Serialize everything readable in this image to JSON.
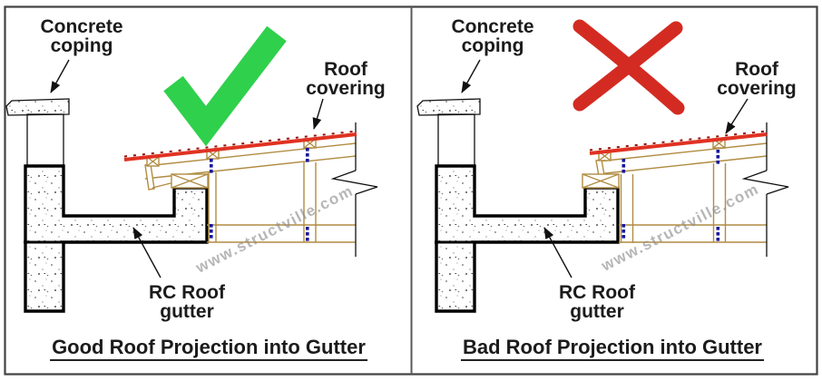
{
  "colors": {
    "check_green": "#2fd04c",
    "cross_red": "#d32b22",
    "roof_red": "#e03222",
    "roof_dark": "#8e1508",
    "timber": "#b08c42",
    "bolt_blue": "#16169b",
    "watermark_gray": "#8b8b8b"
  },
  "panels": [
    {
      "id": "good",
      "result_icon": "check",
      "caption": "Good Roof Projection into Gutter",
      "watermark": "www.structville.com",
      "labels": {
        "coping": [
          "Concrete",
          "coping"
        ],
        "roof": [
          "Roof",
          "covering"
        ],
        "gutter": [
          "RC Roof",
          "gutter"
        ]
      }
    },
    {
      "id": "bad",
      "result_icon": "cross",
      "caption": "Bad Roof Projection into Gutter",
      "watermark": "www.structville.com",
      "labels": {
        "coping": [
          "Concrete",
          "coping"
        ],
        "roof": [
          "Roof",
          "covering"
        ],
        "gutter": [
          "RC Roof",
          "gutter"
        ]
      }
    }
  ]
}
